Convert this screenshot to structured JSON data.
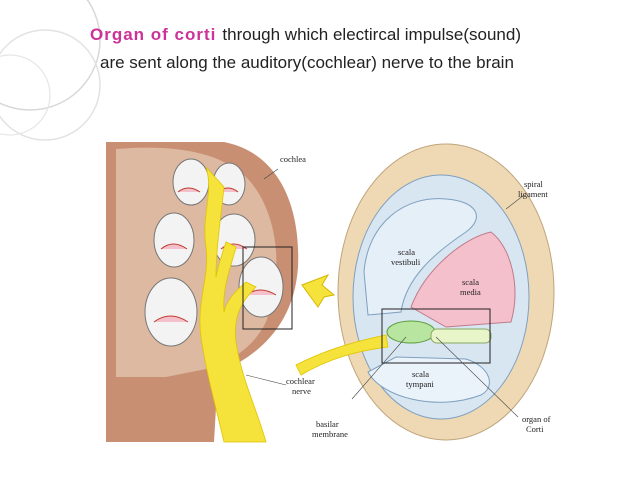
{
  "slide": {
    "term": "Organ of corti",
    "line1_rest": "through which electircal impulse(sound)",
    "line2": "are sent along the auditory(cochlear) nerve to the brain"
  },
  "diagram": {
    "labels": {
      "cochlea": "cochlea",
      "cochlear_nerve_1": "cochlear",
      "cochlear_nerve_2": "nerve",
      "basilar_1": "basilar",
      "basilar_2": "membrane",
      "spiral_1": "spiral",
      "spiral_2": "ligament",
      "vestibuli_1": "scala",
      "vestibuli_2": "vestibuli",
      "media_1": "scala",
      "media_2": "media",
      "tympani_1": "scala",
      "tympani_2": "tympani",
      "corti_1": "organ of",
      "corti_2": "Corti"
    }
  },
  "colors": {
    "accent": "#cc3399",
    "nerve": "#f5e23a",
    "cochlea_shell": "#c98f73",
    "bone": "#eed9b4",
    "fluid": "#d8e6f2",
    "media": "#f4c0cc"
  }
}
